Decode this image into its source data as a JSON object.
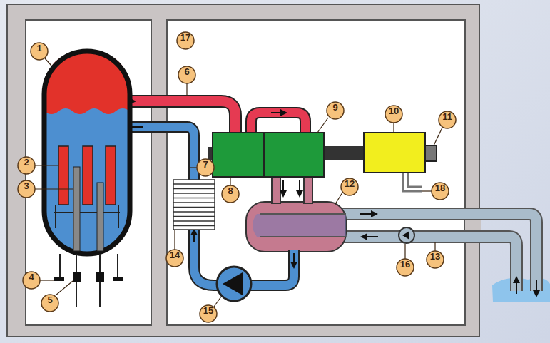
{
  "diagram": {
    "labels": [
      "1",
      "2",
      "3",
      "4",
      "5",
      "6",
      "7",
      "8",
      "9",
      "10",
      "11",
      "12",
      "13",
      "14",
      "15",
      "16",
      "17",
      "18"
    ]
  }
}
